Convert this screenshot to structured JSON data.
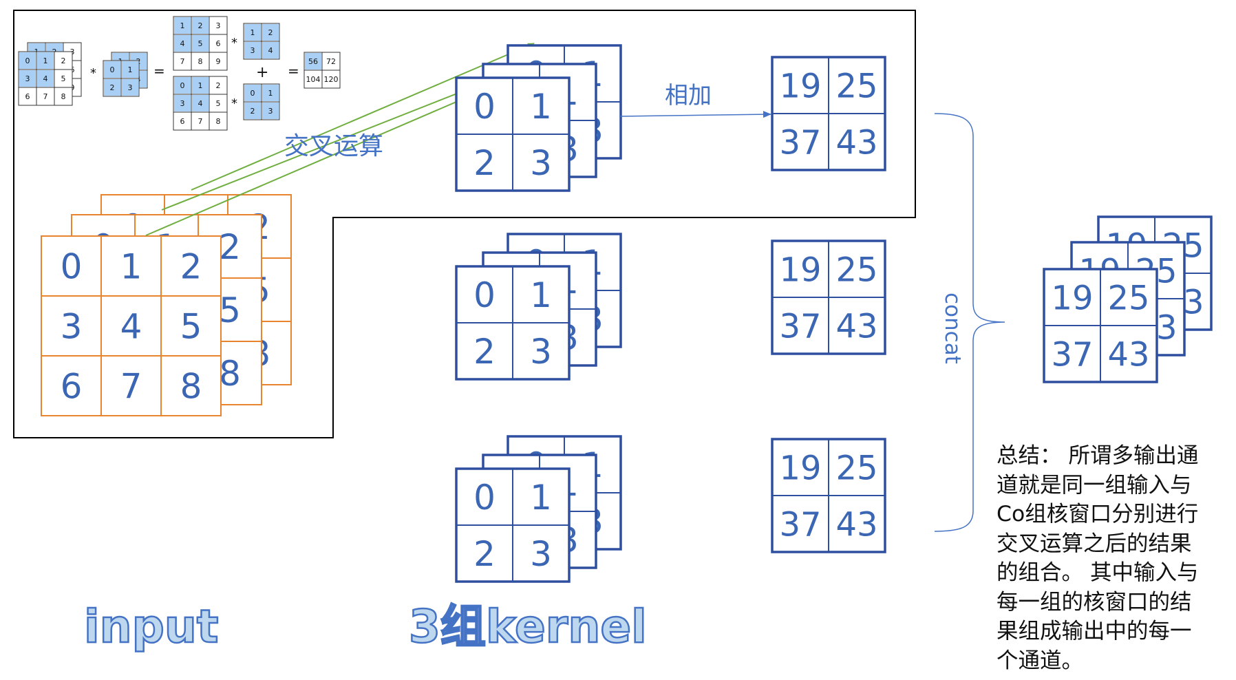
{
  "colors": {
    "input_border": "#e8842e",
    "input_text": "#3b66b3",
    "kernel_border": "#2e4f9f",
    "kernel_text": "#3b66b3",
    "output_border": "#2e4f9f",
    "arrow_green": "#6fae3f",
    "connector_blue": "#4472c4",
    "mini_fill": "#a9cff5",
    "outline_text_fill": "#bdd7ee"
  },
  "input_grid": [
    "0",
    "1",
    "2",
    "3",
    "4",
    "5",
    "6",
    "7",
    "8"
  ],
  "input_back_grid": [
    "0",
    "1",
    "2",
    "3",
    "4",
    "5",
    "6",
    "7",
    "8"
  ],
  "kernel_grid": [
    "0",
    "1",
    "2",
    "3"
  ],
  "output_grid": [
    "19",
    "25",
    "37",
    "43"
  ],
  "formula": {
    "lhs_input": [
      "0",
      "1",
      "2",
      "3",
      "4",
      "5",
      "6",
      "7",
      "8"
    ],
    "lhs_input_back": [
      "1",
      "2",
      "3",
      "4",
      "5",
      "6",
      "7",
      "8",
      "9"
    ],
    "lhs_kernel": [
      "0",
      "1",
      "2",
      "3"
    ],
    "lhs_kernel_back": [
      "1",
      "2",
      "3",
      "4"
    ],
    "input_ch1": [
      "1",
      "2",
      "3",
      "4",
      "5",
      "6",
      "7",
      "8",
      "9"
    ],
    "kernel_ch1": [
      "1",
      "2",
      "3",
      "4"
    ],
    "input_ch2": [
      "0",
      "1",
      "2",
      "3",
      "4",
      "5",
      "6",
      "7",
      "8"
    ],
    "kernel_ch2": [
      "0",
      "1",
      "2",
      "3"
    ],
    "result": [
      "56",
      "72",
      "104",
      "120"
    ],
    "times": "*",
    "equals": "=",
    "plus": "+"
  },
  "labels": {
    "cross_op": "交叉运算",
    "add": "相加",
    "concat": "concat",
    "input": "input",
    "kernel": "3组kernel"
  },
  "summary_lines": [
    "总结： 所谓多输出通",
    "道就是同一组输入与",
    "Co组核窗口分别进行",
    "交叉运算之后的结果",
    "的组合。 其中输入与",
    "每一组的核窗口的结",
    "果组成输出中的每一",
    "个通道。"
  ]
}
